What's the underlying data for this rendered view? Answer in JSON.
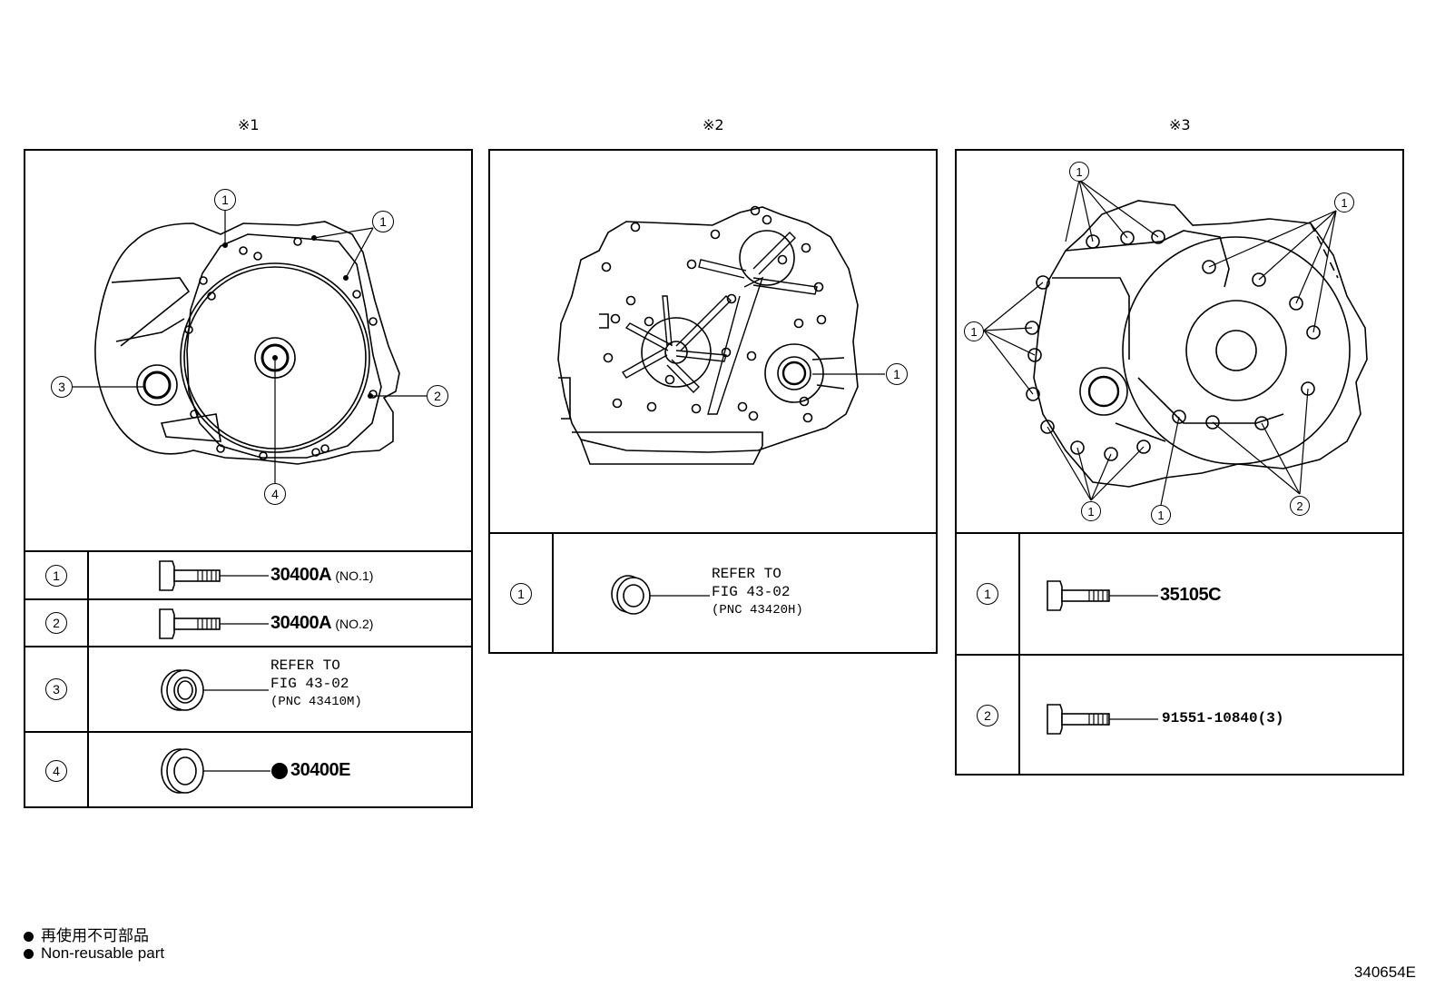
{
  "panels": [
    {
      "label": "※1",
      "callouts": [
        "1",
        "1",
        "2",
        "3",
        "4"
      ],
      "rows": [
        {
          "num": "1",
          "part_no": "30400A",
          "note": "(NO.1)"
        },
        {
          "num": "2",
          "part_no": "30400A",
          "note": "(NO.2)"
        },
        {
          "num": "3",
          "refer": "REFER TO",
          "fig": "FIG 43-02",
          "pnc": "(PNC 43410M)"
        },
        {
          "num": "4",
          "part_no": "30400E"
        }
      ]
    },
    {
      "label": "※2",
      "callouts": [
        "1"
      ],
      "rows": [
        {
          "num": "1",
          "refer": "REFER TO",
          "fig": "FIG 43-02",
          "pnc": "(PNC 43420H)"
        }
      ]
    },
    {
      "label": "※3",
      "callouts": [
        "1",
        "1",
        "1",
        "1",
        "1",
        "2"
      ],
      "rows": [
        {
          "num": "1",
          "part_no": "35105C"
        },
        {
          "num": "2",
          "part_no": "91551-10840(3)"
        }
      ]
    }
  ],
  "legend": {
    "jp": "再使用不可部品",
    "en": "Non-reusable part"
  },
  "figure_code": "340654E"
}
